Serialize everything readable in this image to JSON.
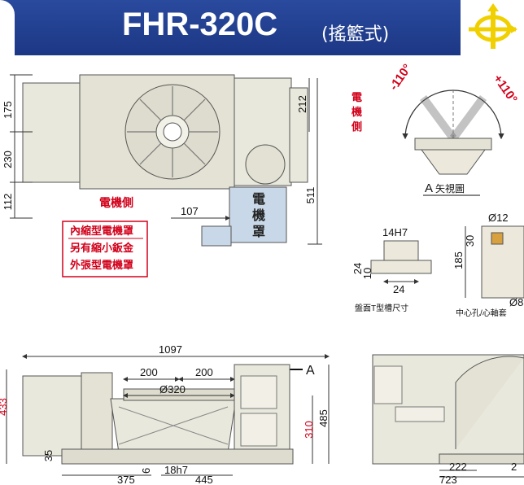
{
  "header": {
    "title": "FHR-320C",
    "subtitle": "(搖籃式)",
    "logo_icon": "rotation-axis-logo-icon"
  },
  "top_view": {
    "dims": {
      "d175": "175",
      "d230": "230",
      "d112": "112",
      "d212": "212",
      "d511": "511",
      "d107": "107"
    },
    "motor_side_label": "電機側",
    "motor_cover_chars": [
      "電",
      "機",
      "罩"
    ],
    "options": [
      "內縮型電機罩",
      "另有縮小鈑金",
      "外張型電機罩"
    ]
  },
  "a_view": {
    "motor_side_vertical": [
      "電",
      "機",
      "側"
    ],
    "angle_left": "-110°",
    "angle_right": "+110°",
    "caption_letter": "A",
    "caption_rest": "矢視圖"
  },
  "slot_detail": {
    "label_14h7": "14H7",
    "d24_left": "24",
    "d10": "10",
    "d24_bottom": "24",
    "caption": "盤面T型槽尺寸"
  },
  "center_detail": {
    "dia12": "Ø12",
    "d30": "30",
    "d185": "185",
    "dia_bottom": "Ø8",
    "caption": "中心孔/心軸套"
  },
  "front_view": {
    "d1097": "1097",
    "arrow_label": "A",
    "d200a": "200",
    "d200b": "200",
    "dia320": "Ø320",
    "d433": "433",
    "d485": "485",
    "d310": "310",
    "d35": "35",
    "d375": "375",
    "d6": "6",
    "d18h7": "18h7",
    "d445": "445"
  },
  "side_view": {
    "d222": "222",
    "d2x": "2",
    "d723": "723"
  },
  "colors": {
    "banner": "#1c3784",
    "machine_fill": "#e9e8dc",
    "motor_cover_fill": "#c9d8e8",
    "red_text": "#d2001a",
    "dim_line": "#333333"
  }
}
